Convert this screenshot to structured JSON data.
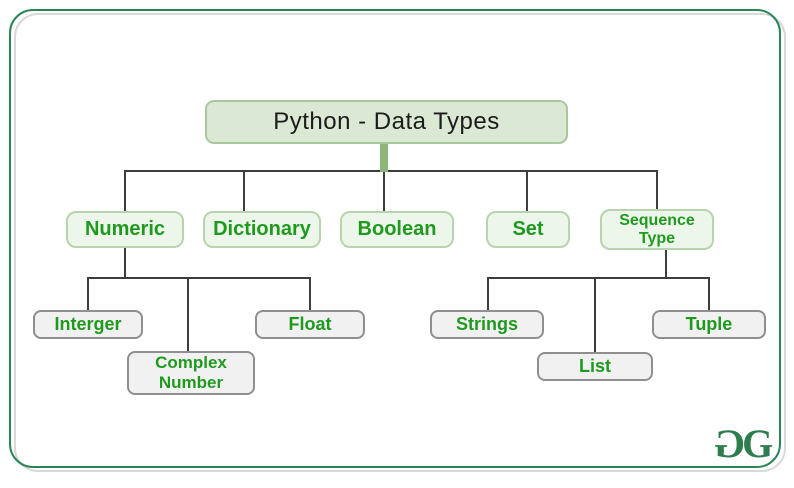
{
  "title": "Python - Data Types",
  "diagram": {
    "root": {
      "label": "Python - Data Types"
    },
    "branches": [
      {
        "label": "Numeric"
      },
      {
        "label": "Dictionary"
      },
      {
        "label": "Boolean"
      },
      {
        "label": "Set"
      },
      {
        "label": "Sequence Type"
      }
    ],
    "numeric_children": [
      {
        "label": "Interger"
      },
      {
        "label": "Complex Number"
      },
      {
        "label": "Float"
      }
    ],
    "sequence_children": [
      {
        "label": "Strings"
      },
      {
        "label": "List"
      },
      {
        "label": "Tuple"
      }
    ]
  },
  "logo": {
    "name": "GeeksforGeeks",
    "glyphs": [
      "G",
      "G"
    ]
  },
  "colors": {
    "frame_green": "#2a8659",
    "frame_shadow_gray": "#d9d9d9",
    "root_fill": "#dbe9d4",
    "root_border": "#aac6a0",
    "branch_fill": "#edf6ea",
    "branch_border": "#b9d3ae",
    "leaf_fill": "#f1f1f1",
    "leaf_border": "#8f8f8f",
    "label_green": "#1f9a1f",
    "connector": "#3d3d3d",
    "stub_green": "#8cb677",
    "logo_green": "#2e7d4f"
  }
}
